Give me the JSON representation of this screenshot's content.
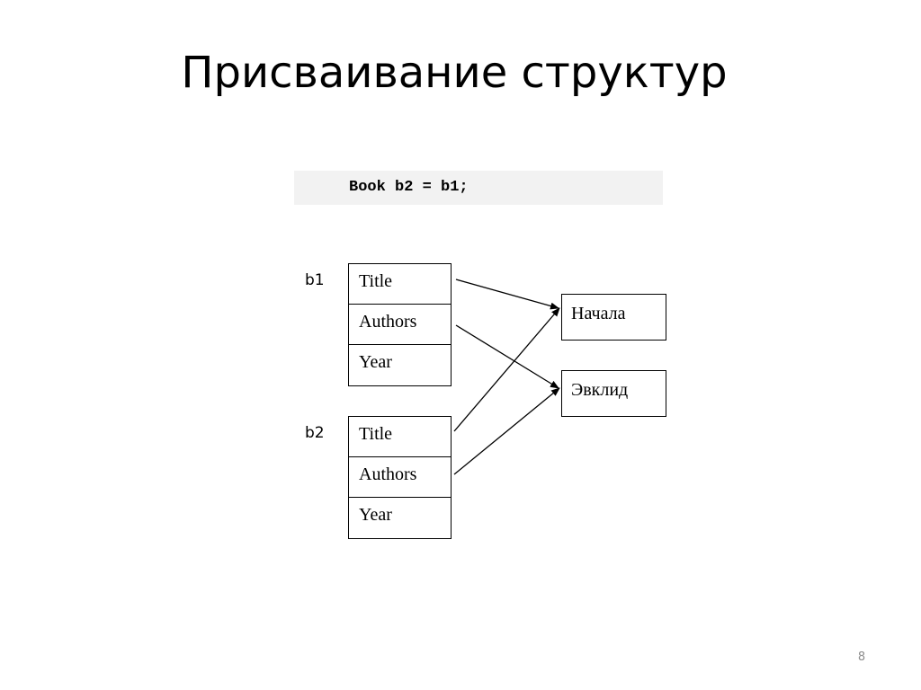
{
  "slide": {
    "title": "Присваивание структур",
    "page_number": "8"
  },
  "code": {
    "line": "Book b2 = b1;"
  },
  "structs": [
    {
      "name": "b1",
      "fields": [
        "Title",
        "Authors",
        "Year"
      ]
    },
    {
      "name": "b2",
      "fields": [
        "Title",
        "Authors",
        "Year"
      ]
    }
  ],
  "values": [
    "Начала",
    "Эвклид"
  ],
  "links": [
    {
      "from": "b1.Title",
      "to": "Начала"
    },
    {
      "from": "b1.Authors",
      "to": "Эвклид"
    },
    {
      "from": "b2.Title",
      "to": "Начала"
    },
    {
      "from": "b2.Authors",
      "to": "Эвклид"
    }
  ],
  "colors": {
    "code_background": "#f2f2f2",
    "page_number": "#8c8c8c"
  }
}
